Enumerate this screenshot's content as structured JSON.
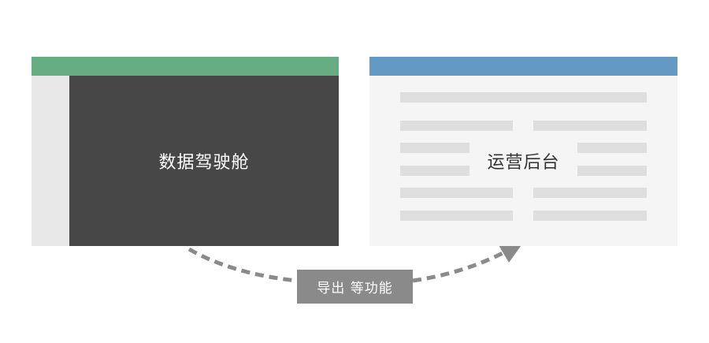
{
  "left_window": {
    "label": "数据驾驶舱",
    "colors": {
      "titlebar": "#66ad84",
      "sidebar": "#e7e7e7",
      "content": "#474747"
    }
  },
  "right_window": {
    "label": "运营后台",
    "colors": {
      "titlebar": "#6399c2",
      "content": "#f5f5f5",
      "placeholder_bars": "#dedede"
    }
  },
  "connector": {
    "label": "导出 等功能",
    "style": "dashed-curved-arrow",
    "colors": {
      "line": "#8a8a8a",
      "label_bg": "#8a8a8a",
      "label_text": "#ffffff"
    }
  }
}
